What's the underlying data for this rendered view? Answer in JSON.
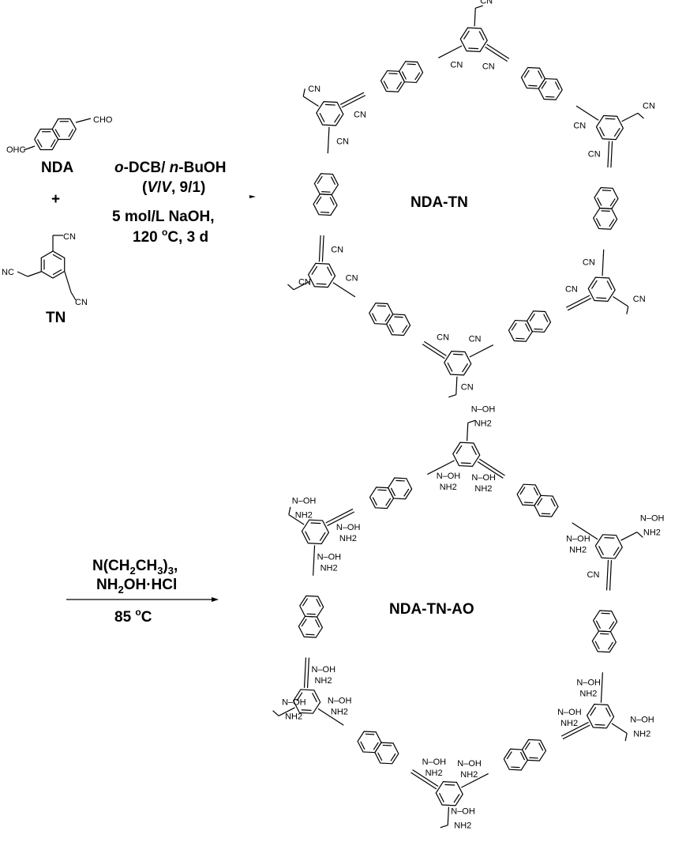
{
  "reactants": {
    "nda": {
      "label": "NDA",
      "group_left": "OHC",
      "group_right": "CHO"
    },
    "plus": "+",
    "tn": {
      "label": "TN",
      "groups": [
        "CN",
        "NC",
        "CN"
      ]
    }
  },
  "step1": {
    "line1_a": "o",
    "line1_b": "-DCB/ ",
    "line1_c": "n",
    "line1_d": "-BuOH",
    "line2_a": "(",
    "line2_b": "V",
    "line2_c": "/",
    "line2_d": "V",
    "line2_e": ", 9/1)",
    "line3": "5 mol/L NaOH,",
    "line4_a": "120 ",
    "line4_b": "o",
    "line4_c": "C, 3 d"
  },
  "product1": {
    "label": "NDA-TN",
    "nitrile": "CN"
  },
  "step2": {
    "l1": [
      "N(CH",
      "2",
      "CH",
      "3",
      ")",
      "3",
      ","
    ],
    "l2": [
      "NH",
      "2",
      "OH·HCl"
    ],
    "l3_a": "85 ",
    "l3_b": "o",
    "l3_c": "C"
  },
  "product2": {
    "label": "NDA-TN-AO",
    "amine": "NH2",
    "oxime": "N–OH",
    "nitrile": "CN"
  }
}
